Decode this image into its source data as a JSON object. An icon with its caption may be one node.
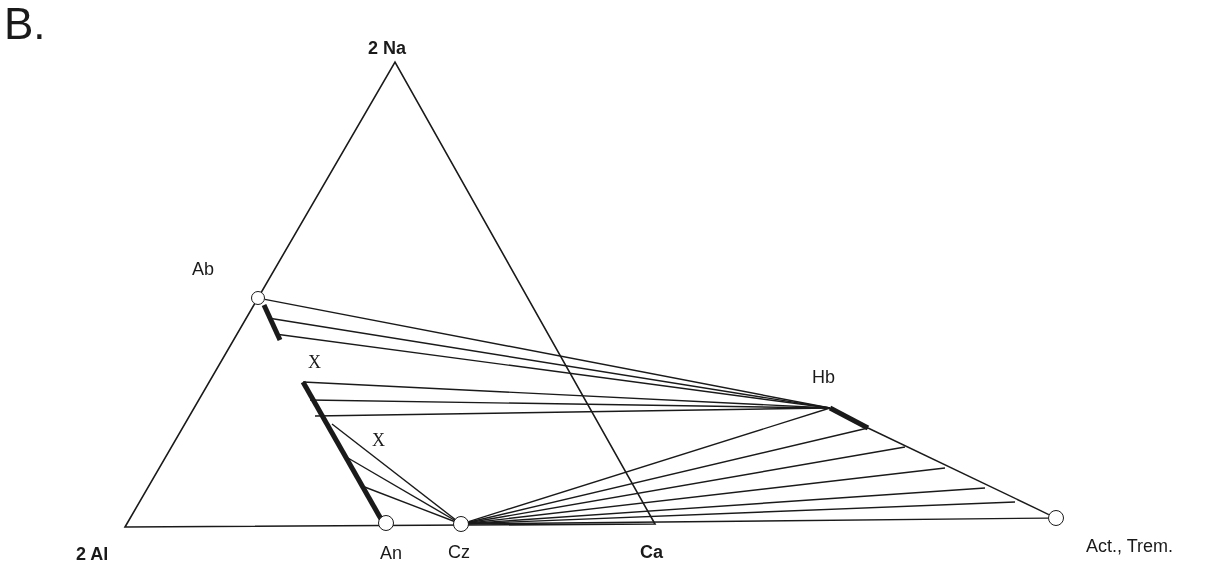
{
  "diagram": {
    "nodes": [
      {
        "text": [
          "Ab"
        ]
      },
      {
        "text": [
          "Hb"
        ]
      },
      {
        "text": [
          "An"
        ]
      },
      {
        "text": [
          "Cz"
        ]
      },
      {
        "text": [
          "Act., Trem."
        ]
      }
    ],
    "edges": [
      {
        "from": 0,
        "to": 1,
        "arrow": "none"
      },
      {
        "from": 3,
        "to": 1,
        "arrow": "none"
      },
      {
        "from": 3,
        "to": 4,
        "arrow": "none"
      },
      {
        "from": 1,
        "to": 4,
        "arrow": "none"
      }
    ],
    "labels": [
      "B.",
      "2 Na",
      "X",
      "X",
      "2 Al",
      "Ca"
    ]
  }
}
